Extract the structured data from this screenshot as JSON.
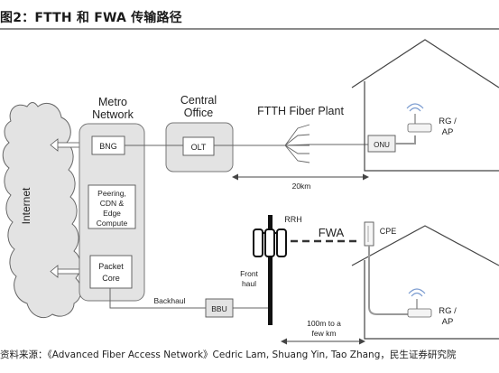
{
  "title": "图2：FTTH 和 FWA 传输路径",
  "source": "资料来源：《Advanced Fiber Access Network》Cedric Lam, Shuang Yin, Tao Zhang，民生证券研究院",
  "diagram": {
    "internet": "Internet",
    "metro_title_1": "Metro",
    "metro_title_2": "Network",
    "central_title_1": "Central",
    "central_title_2": "Office",
    "ftth_plant": "FTTH Fiber Plant",
    "bng": "BNG",
    "olt": "OLT",
    "onu": "ONU",
    "rg_ap_top_1": "RG /",
    "rg_ap_top_2": "AP",
    "dist_20km": "20km",
    "peering_1": "Peering,",
    "peering_2": "CDN &",
    "peering_3": "Edge",
    "peering_4": "Compute",
    "packet_1": "Packet",
    "packet_2": "Core",
    "rrh": "RRH",
    "fwa": "FWA",
    "cpe": "CPE",
    "fronthaul_1": "Front",
    "fronthaul_2": "haul",
    "backhaul": "Backhaul",
    "bbu": "BBU",
    "rg_ap_bottom_1": "RG /",
    "rg_ap_bottom_2": "AP",
    "dist_100m_1": "100m to a",
    "dist_100m_2": "few km"
  }
}
